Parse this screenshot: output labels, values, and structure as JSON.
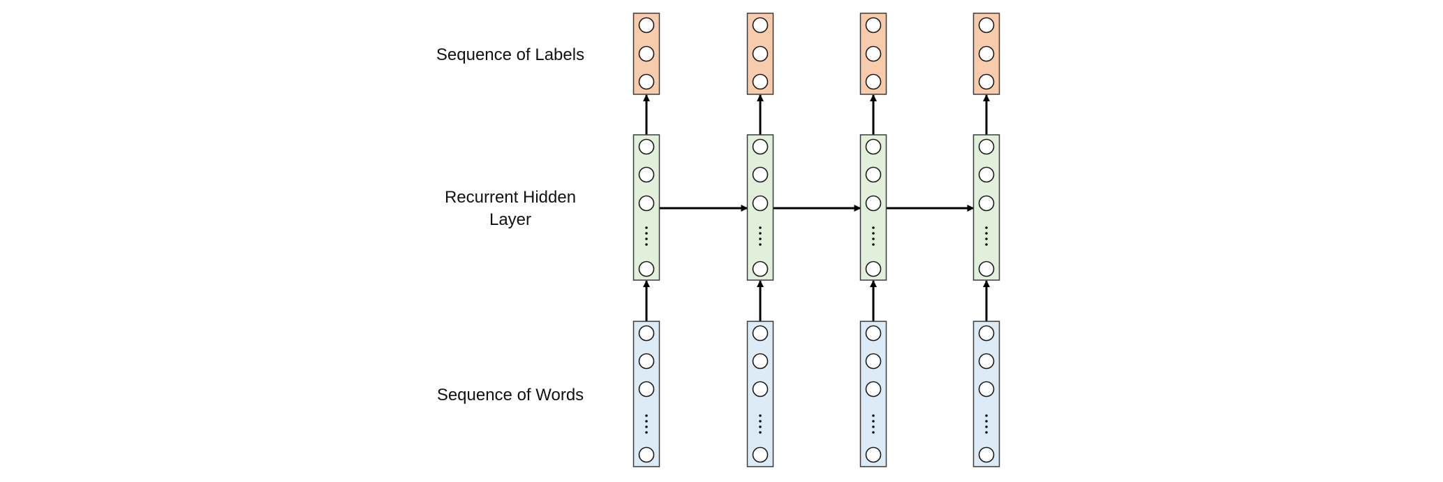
{
  "labels": {
    "output": "Sequence of Labels",
    "hidden_line1": "Recurrent Hidden",
    "hidden_line2": "Layer",
    "input": "Sequence of Words"
  },
  "timesteps": 4,
  "layers": {
    "output": {
      "fill": "#f8cbad",
      "stroke": "#3a3a3a",
      "neurons_shown": 3,
      "ellipsis": false
    },
    "hidden": {
      "fill": "#e2efda",
      "stroke": "#3a3a3a",
      "neurons_shown": 4,
      "ellipsis": true
    },
    "input": {
      "fill": "#ddebf7",
      "stroke": "#3a3a3a",
      "neurons_shown": 4,
      "ellipsis": true
    }
  },
  "colors": {
    "arrow": "#000000",
    "neuron_fill": "#ffffff",
    "neuron_stroke": "#1a1a1a"
  }
}
